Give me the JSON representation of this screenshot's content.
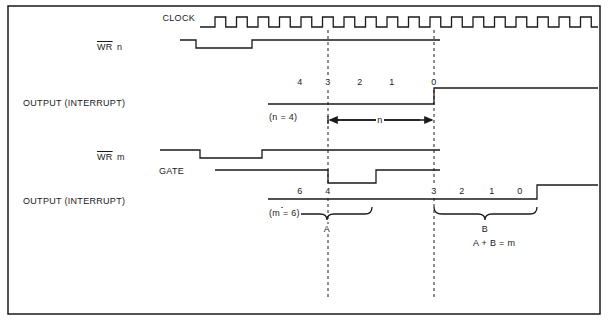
{
  "diagram": {
    "labels": [
      "CLOCK",
      "WR",
      "n",
      "4",
      "3",
      "2",
      "1",
      "0",
      "OUTPUT (INTERRUPT)",
      "(n = 4)",
      "n",
      "WR",
      "m",
      "GATE",
      "6",
      "4",
      "OUTPUT (INTERRUPT)",
      "(m = 6)",
      "3",
      "2",
      "1",
      "0",
      "A",
      "B",
      "A + B = m"
    ]
  }
}
